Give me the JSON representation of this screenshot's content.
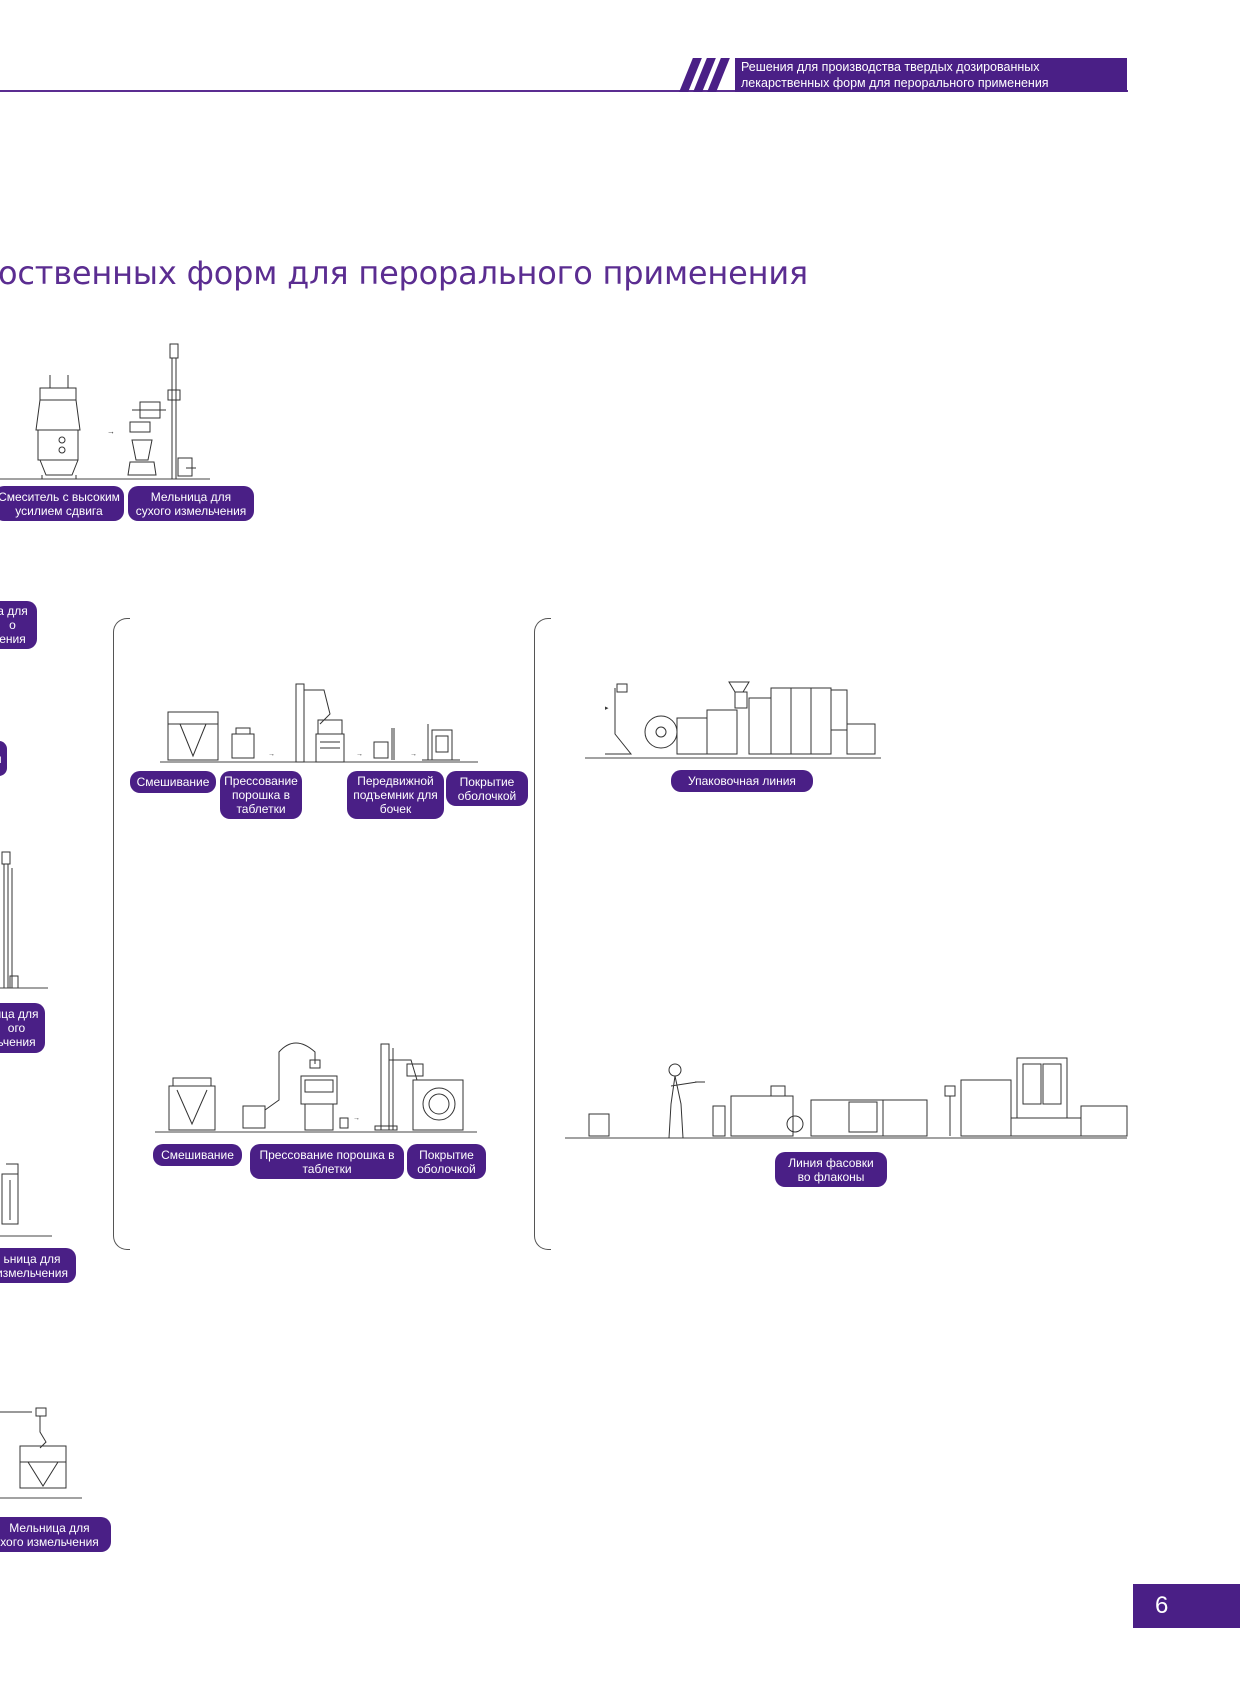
{
  "header": {
    "title_line1": "Решения для производства твердых дозированных",
    "title_line2": "лекарственных форм для перорального применения"
  },
  "section_title": "оственных форм для перорального применения",
  "labels": {
    "top_mixer": "Смеситель с высоким\nусилием сдвига",
    "top_mill": "Мельница для\nсухого измельчения",
    "left_1": "а для\nо\nения",
    "left_2": "м",
    "left_3": "ица для\nого\nьчения",
    "left_4": "ьница для\nизмельчения",
    "left_5": "Мельница для\nхого измельчения",
    "mid_mixing": "Смешивание",
    "mid_press": "Прессование\nпорошка в\nтаблетки",
    "mid_lift": "Передвижной\nподъемник для\nбочек",
    "mid_coating": "Покрытие\nоболочкой",
    "low_mixing": "Смешивание",
    "low_press": "Прессование порошка в\nтаблетки",
    "low_coating": "Покрытие\nоболочкой",
    "packing_line": "Упаковочная линия",
    "bottle_line": "Линия фасовки\nво флаконы"
  },
  "page_number": "6",
  "colors": {
    "brand": "#4a1f86",
    "title": "#5b2d91"
  }
}
